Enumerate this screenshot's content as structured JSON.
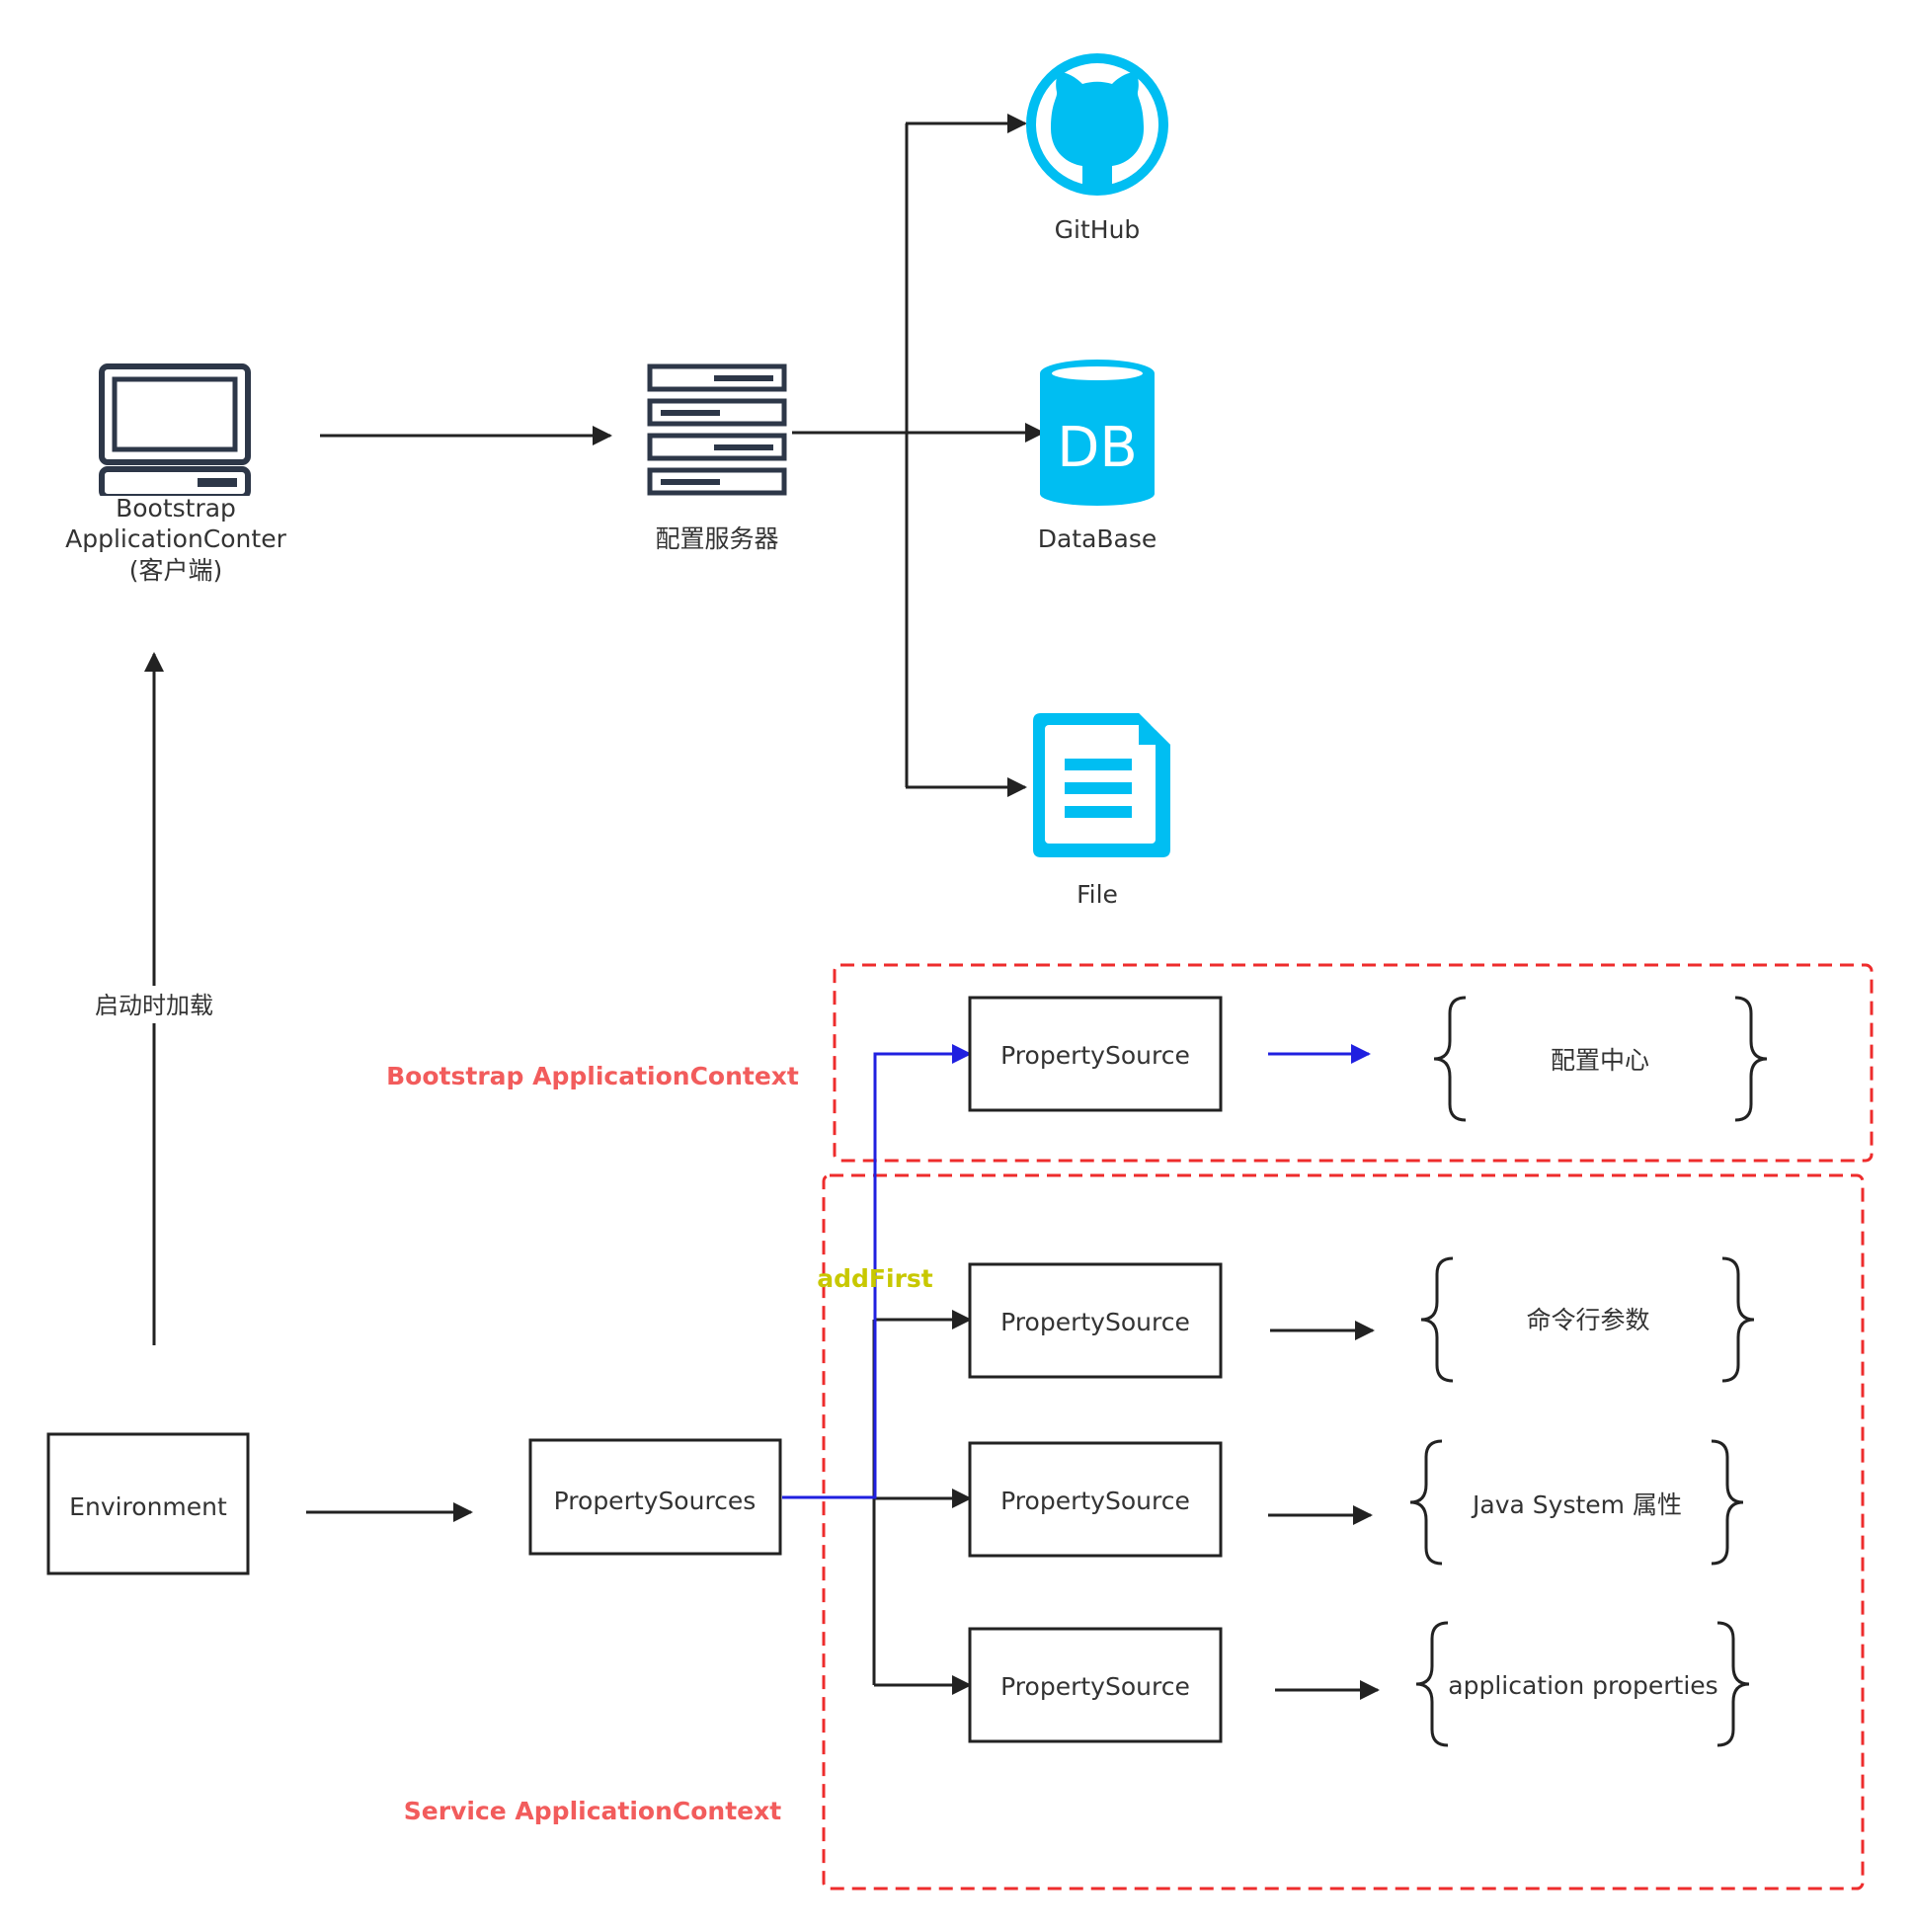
{
  "nodes": {
    "client": {
      "line1": "Bootstrap",
      "line2": "ApplicationConter",
      "line3": "(客户端)"
    },
    "config_server": {
      "label": "配置服务器"
    },
    "github": {
      "label": "GitHub"
    },
    "database": {
      "label": "DataBase",
      "badge": "DB"
    },
    "file": {
      "label": "File"
    },
    "environment": {
      "label": "Environment"
    },
    "property_sources": {
      "label": "PropertySources"
    },
    "property_source_bootstrap": {
      "label": "PropertySource"
    },
    "property_source_cmdline": {
      "label": "PropertySource"
    },
    "property_source_sysprops": {
      "label": "PropertySource"
    },
    "property_source_appprops": {
      "label": "PropertySource"
    }
  },
  "targets": {
    "config_center": "配置中心",
    "cmdline_args": "命令行参数",
    "java_system": "Java System 属性",
    "application_properties": "application properties"
  },
  "edge_labels": {
    "startup_load": "启动时加载",
    "add_first": "addFirst"
  },
  "regions": {
    "bootstrap_context": "Bootstrap ApplicationContext",
    "service_context": "Service ApplicationContext"
  },
  "icons": {
    "client": "computer-icon",
    "config_server": "server-rack-icon",
    "github": "github-icon",
    "database": "database-icon",
    "file": "file-icon"
  },
  "colors": {
    "line": "#222222",
    "accent_blue": "#2020e0",
    "icon_blue": "#00bef2",
    "region_red": "#ee2c2c",
    "region_label": "#f25c5c",
    "add_first_label": "#c8c800",
    "dark_icon": "#2d3748"
  }
}
